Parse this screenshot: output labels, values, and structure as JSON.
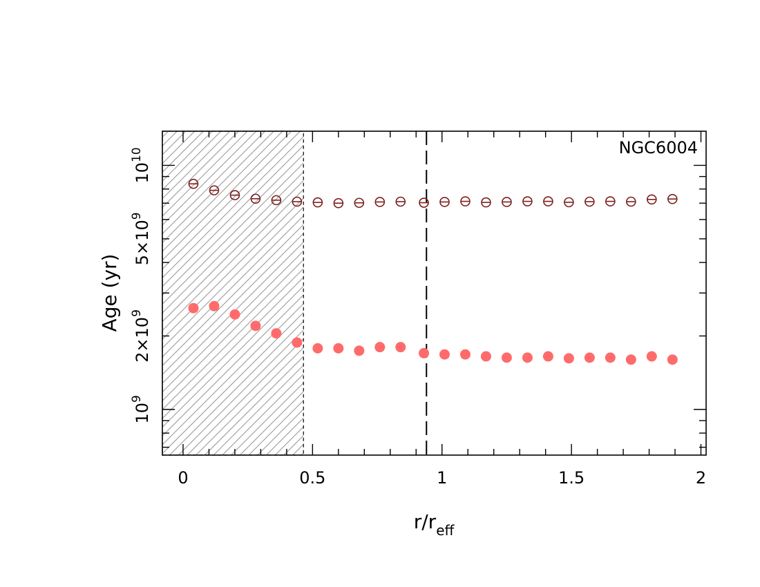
{
  "chart_data": {
    "type": "scatter",
    "annotation": "NGC6004",
    "xlabel": "r/r",
    "xlabel_sub": "eff",
    "ylabel": "Age (yr)",
    "xlim": [
      -0.08,
      2.02
    ],
    "ylim": [
      650000000.0,
      13800000000.0
    ],
    "yscale": "log",
    "x_ticks": [
      {
        "value": 0,
        "label": "0"
      },
      {
        "value": 0.5,
        "label": "0.5"
      },
      {
        "value": 1,
        "label": "1"
      },
      {
        "value": 1.5,
        "label": "1.5"
      },
      {
        "value": 2,
        "label": "2"
      }
    ],
    "y_ticks": [
      {
        "value": 1000000000.0,
        "mantissa": "",
        "base": "10",
        "exp": "9"
      },
      {
        "value": 2000000000.0,
        "mantissa": "2×",
        "base": "10",
        "exp": "9"
      },
      {
        "value": 5000000000.0,
        "mantissa": "5×",
        "base": "10",
        "exp": "9"
      },
      {
        "value": 10000000000.0,
        "mantissa": "",
        "base": "10",
        "exp": "10"
      }
    ],
    "shaded_region": {
      "x_from": -0.08,
      "x_to": 0.465
    },
    "vline_x": 0.94,
    "series": [
      {
        "marker": "open-circle-with-errorbar",
        "color": "#7a1f1f",
        "x": [
          0.04,
          0.12,
          0.2,
          0.28,
          0.36,
          0.44,
          0.52,
          0.6,
          0.68,
          0.76,
          0.84,
          0.93,
          1.01,
          1.09,
          1.17,
          1.25,
          1.33,
          1.41,
          1.49,
          1.57,
          1.65,
          1.73,
          1.81,
          1.89
        ],
        "y": [
          8400000000.0,
          7900000000.0,
          7550000000.0,
          7300000000.0,
          7200000000.0,
          7100000000.0,
          7050000000.0,
          7000000000.0,
          7020000000.0,
          7080000000.0,
          7100000000.0,
          7030000000.0,
          7080000000.0,
          7120000000.0,
          7050000000.0,
          7080000000.0,
          7120000000.0,
          7120000000.0,
          7060000000.0,
          7100000000.0,
          7120000000.0,
          7100000000.0,
          7250000000.0,
          7280000000.0
        ]
      },
      {
        "marker": "filled-circle",
        "color": "#ff6b6b",
        "x": [
          0.04,
          0.12,
          0.2,
          0.28,
          0.36,
          0.44,
          0.52,
          0.6,
          0.68,
          0.76,
          0.84,
          0.93,
          1.01,
          1.09,
          1.17,
          1.25,
          1.33,
          1.41,
          1.49,
          1.57,
          1.65,
          1.73,
          1.81,
          1.89
        ],
        "y": [
          2600000000.0,
          2650000000.0,
          2450000000.0,
          2200000000.0,
          2050000000.0,
          1880000000.0,
          1780000000.0,
          1780000000.0,
          1740000000.0,
          1800000000.0,
          1800000000.0,
          1700000000.0,
          1680000000.0,
          1680000000.0,
          1650000000.0,
          1630000000.0,
          1630000000.0,
          1650000000.0,
          1620000000.0,
          1630000000.0,
          1630000000.0,
          1600000000.0,
          1650000000.0,
          1600000000.0
        ]
      }
    ]
  }
}
